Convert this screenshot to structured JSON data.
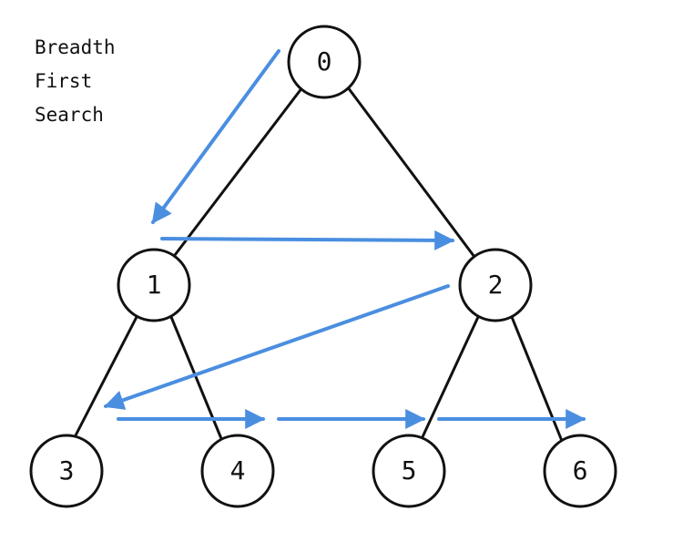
{
  "caption": {
    "line1": "Breadth",
    "line2": "First",
    "line3": "Search"
  },
  "colors": {
    "arrow": "#4a8ee0",
    "edge": "#111111",
    "node_fill": "#ffffff",
    "node_stroke": "#111111",
    "background": "#ffffff"
  },
  "tree": {
    "nodes": [
      {
        "id": "0",
        "label": "0"
      },
      {
        "id": "1",
        "label": "1"
      },
      {
        "id": "2",
        "label": "2"
      },
      {
        "id": "3",
        "label": "3"
      },
      {
        "id": "4",
        "label": "4"
      },
      {
        "id": "5",
        "label": "5"
      },
      {
        "id": "6",
        "label": "6"
      }
    ],
    "edges": [
      {
        "from": "0",
        "to": "1"
      },
      {
        "from": "0",
        "to": "2"
      },
      {
        "from": "1",
        "to": "3"
      },
      {
        "from": "1",
        "to": "4"
      },
      {
        "from": "2",
        "to": "5"
      },
      {
        "from": "2",
        "to": "6"
      }
    ],
    "traversal_order": [
      "0",
      "1",
      "2",
      "3",
      "4",
      "5",
      "6"
    ]
  }
}
